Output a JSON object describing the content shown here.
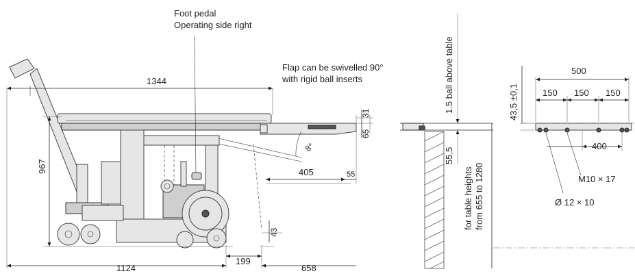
{
  "annotations": {
    "foot_pedal_line1": "Foot pedal",
    "foot_pedal_line2": "Operating side right",
    "flap_line1": "Flap can be swivelled 90°",
    "flap_line2": "with rigid ball inserts",
    "ball_above_table": "1.5 ball above table",
    "table_heights_line1": "for table heights",
    "table_heights_line2": "from 655 to 1280",
    "angle": "8°"
  },
  "dimensions": {
    "top_length": "1344",
    "height": "967",
    "d_31": "31",
    "d_65": "65",
    "d_405": "405",
    "d_55": "55",
    "d_43": "43",
    "d_55_5": "55,5",
    "bottom_1124": "1124",
    "bottom_199": "199",
    "bottom_658": "658",
    "d_500": "500",
    "d_150_a": "150",
    "d_150_b": "150",
    "d_150_c": "150",
    "d_43_5": "43,5 ±0,1",
    "d_400": "400",
    "m10": "M10 × 17",
    "dia12": "Ø 12 × 10"
  }
}
